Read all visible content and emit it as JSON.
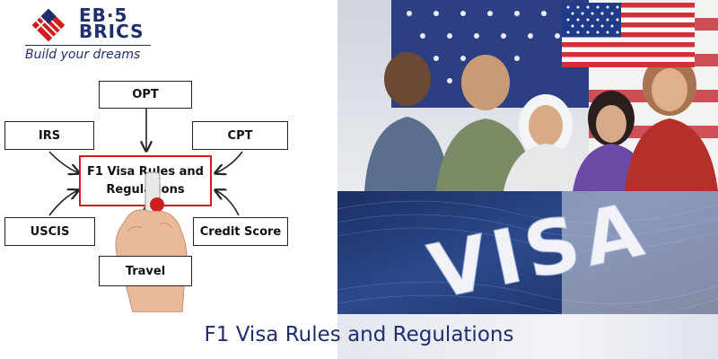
{
  "logo": {
    "line1": "EB⋅5",
    "line2": "BRICS",
    "tagline": "Build your dreams"
  },
  "diagram": {
    "center_line1": "F1 Visa Rules and",
    "center_line2": "Regulations",
    "nodes": {
      "opt": "OPT",
      "irs": "IRS",
      "cpt": "CPT",
      "uscis": "USCIS",
      "credit_score": "Credit Score",
      "travel": "Travel"
    }
  },
  "photos": {
    "visa_text": "VISA"
  },
  "footer": {
    "title": "F1 Visa Rules and Regulations"
  },
  "colors": {
    "brand_navy": "#1f2f6e",
    "brand_red": "#d01d1d"
  },
  "icons": [
    "logo-diamond-icon",
    "us-flag-icon",
    "pen-hand-icon"
  ]
}
